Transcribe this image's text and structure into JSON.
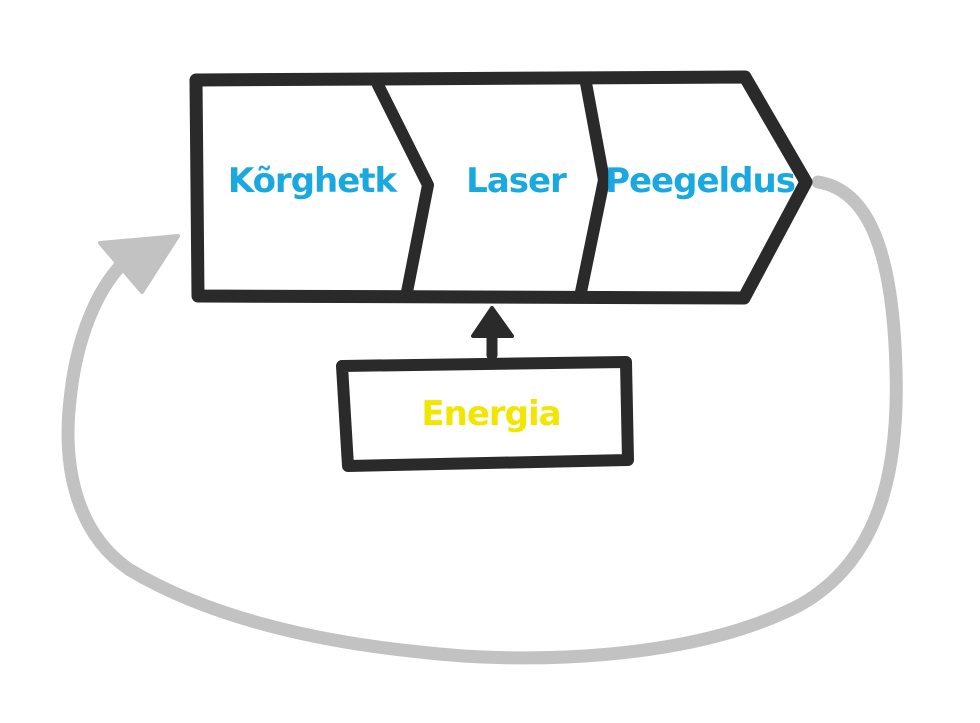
{
  "diagram": {
    "stages": [
      {
        "label": "Kõrghetk"
      },
      {
        "label": "Laser"
      },
      {
        "label": "Peegeldus"
      }
    ],
    "energy": {
      "label": "Energia"
    },
    "colors": {
      "stage_text": "#19a9e0",
      "energy_text": "#f2e600",
      "outline": "#2a2a2a",
      "feedback_arrow": "#c2c2c2"
    }
  }
}
